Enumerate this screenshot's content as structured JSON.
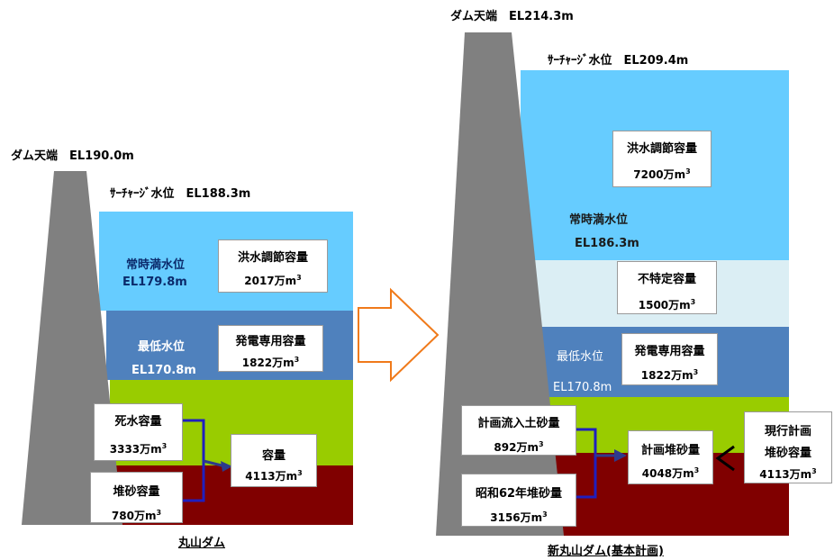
{
  "left": {
    "crest": "ダム天端　EL190.0m",
    "surcharge": "ｻｰﾁｬｰｼﾞ水位　EL188.3m",
    "normal_label": "常時満水位",
    "normal_el": "EL179.8m",
    "min_label": "最低水位",
    "min_el": "EL170.8m",
    "flood_box": {
      "title": "洪水調節容量",
      "value": "2017万m"
    },
    "power_box": {
      "title": "発電専用容量",
      "value": "1822万m"
    },
    "dead_box": {
      "title": "死水容量",
      "value": "3333万m"
    },
    "sed_box": {
      "title": "堆砂容量",
      "value": "780万m"
    },
    "total_box": {
      "title": "容量",
      "value": "4113万m"
    },
    "caption": "丸山ダム"
  },
  "right": {
    "crest": "ダム天端　EL214.3m",
    "surcharge": "ｻｰﾁｬｰｼﾞ水位　EL209.4m",
    "normal_label": "常時満水位",
    "normal_el": "EL186.3m",
    "min_label": "最低水位",
    "min_el": "EL170.8m",
    "flood_box": {
      "title": "洪水調節容量",
      "value": "7200万m"
    },
    "unspecified_box": {
      "title": "不特定容量",
      "value": "1500万m"
    },
    "power_box": {
      "title": "発電専用容量",
      "value": "1822万m"
    },
    "inflow_box": {
      "title": "計画流入土砂量",
      "value": "892万m"
    },
    "s62_box": {
      "title": "昭和62年堆砂量",
      "value": "3156万m"
    },
    "plan_box": {
      "title": "計画堆砂量",
      "value": "4048万m"
    },
    "current_box": {
      "title1": "現行計画",
      "title2": "堆砂容量",
      "value": "4113万m"
    },
    "caption": "新丸山ダム(基本計画)"
  },
  "unit_sup": "3",
  "colors": {
    "flood": "#66ccff",
    "unspecified": "#dbeef4",
    "power": "#4f81bd",
    "dead": "#99cc00",
    "sediment": "#800000",
    "dam": "#808080",
    "arrow": "#f07a1a",
    "bracket": "#1f1fbf"
  }
}
